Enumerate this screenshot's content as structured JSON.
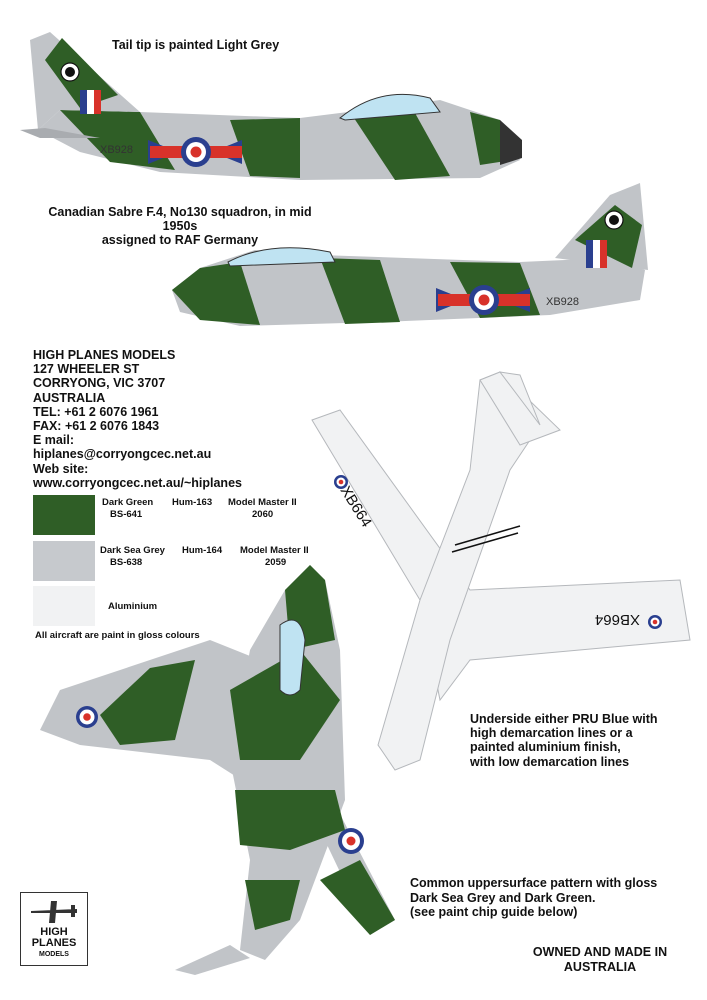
{
  "captions": {
    "tail_tip": "Tail tip is painted Light Grey",
    "subject_line1": "Canadian Sabre F.4, No130 squadron, in mid 1950s",
    "subject_line2": "assigned to RAF Germany",
    "underside_line1": "Underside either PRU Blue with",
    "underside_line2": "high demarcation lines  or a",
    "underside_line3": "painted aluminium finish,",
    "underside_line4": " with low demarcation lines",
    "upper_line1": "Common uppersurface pattern with gloss",
    "upper_line2": "Dark Sea Grey and Dark Green.",
    "upper_line3": "(see paint chip guide below)",
    "owned_line1": "OWNED AND MADE IN",
    "owned_line2": "AUSTRALIA",
    "gloss_note": "All aircraft are paint in gloss colours"
  },
  "contact": {
    "company": "HIGH PLANES MODELS",
    "street": "127 WHEELER ST",
    "town": "CORRYONG, VIC  3707",
    "country": "AUSTRALIA",
    "tel": "TEL: +61 2 6076 1961",
    "fax": "FAX: +61 2 6076 1843",
    "email_label": "E mail:",
    "email": "hiplanes@corryongcec.net.au",
    "web_label": "Web site:",
    "web": "www.corryongcec.net.au/~hiplanes"
  },
  "paint_chips": [
    {
      "name": "Dark Green",
      "bs": "BS-641",
      "hum": "Hum-163",
      "mm_label": "Model Master II",
      "mm_code": "2060",
      "color": "#2f5e26"
    },
    {
      "name": "Dark Sea Grey",
      "bs": "BS-638",
      "hum": "Hum-164",
      "mm_label": "Model Master II",
      "mm_code": "2059",
      "color": "#c6c9cd"
    },
    {
      "name": "Aluminium",
      "color": "#f1f2f3"
    }
  ],
  "serials": {
    "side_profile": "XB928",
    "underside": "XB664"
  },
  "logo": {
    "line1": "HIGH",
    "line2": "PLANES",
    "line3": "MODELS"
  },
  "colors": {
    "dark_green": "#2f5e26",
    "dark_sea_grey": "#b9bcc0",
    "aluminium": "#f1f2f3",
    "roundel_red": "#d8322a",
    "roundel_blue": "#2a3f8f"
  }
}
